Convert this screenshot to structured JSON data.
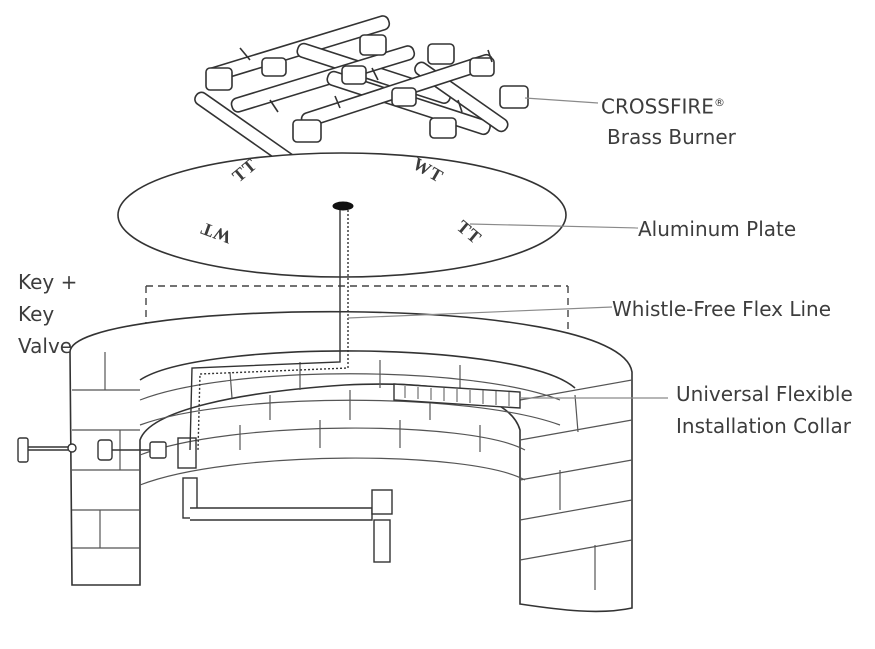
{
  "labels": {
    "burner_line1": "CROSSFIRE",
    "burner_reg": "®",
    "burner_line2": "Brass Burner",
    "plate": "Aluminum Plate",
    "flex_line": "Whistle-Free Flex Line",
    "collar_line1": "Universal Flexible",
    "collar_line2": "Installation Collar",
    "key_line1": "Key +",
    "key_line2": "Key",
    "key_line3": "Valve"
  },
  "plate_markings": [
    "TT",
    "WT",
    "WT",
    "TT"
  ],
  "colors": {
    "ink": "#3d3d3d",
    "line": "#8a8a8a",
    "paper": "#ffffff"
  }
}
